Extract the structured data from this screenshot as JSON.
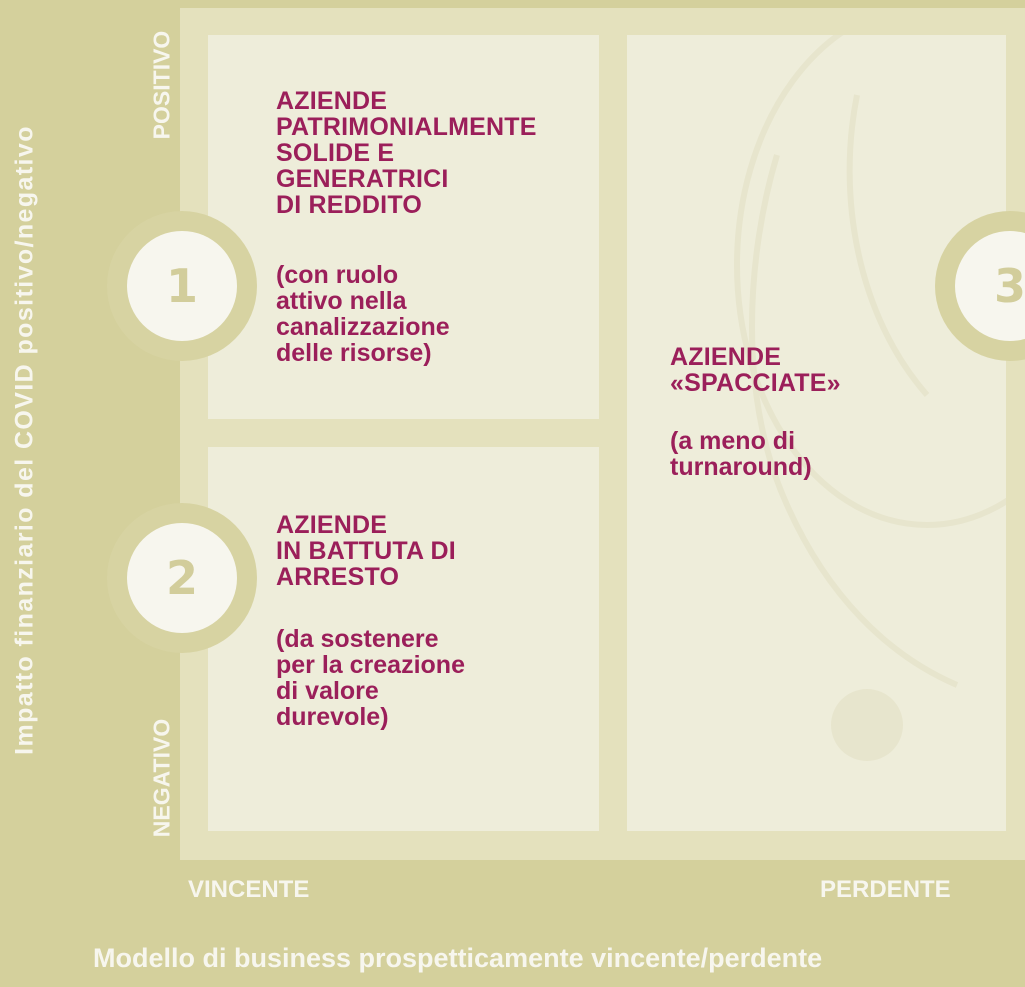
{
  "diagram": {
    "y_axis": {
      "label": "Impatto finanziario del COVID positivo/negativo",
      "top": "POSITIVO",
      "bottom": "NEGATIVO"
    },
    "x_axis": {
      "label": "Modello di business prospetticamente vincente/perdente",
      "left": "VINCENTE",
      "right": "PERDENTE"
    },
    "quadrants": [
      {
        "number": "1",
        "title": "AZIENDE\nPATRIMONIALMENTE\nSOLIDE E\nGENERATRICI\nDI REDDITO",
        "subtitle": "(con ruolo\nattivo nella\ncanalizzazione\ndelle risorse)"
      },
      {
        "number": "2",
        "title": "AZIENDE\nIN BATTUTA DI\nARRESTO",
        "subtitle": "(da sostenere\nper la creazione\ndi valore\ndurevole)"
      },
      {
        "number": "3",
        "title": "AZIENDE\n«SPACCIATE»",
        "subtitle": "(a meno di\nturnaround)"
      }
    ]
  },
  "colors": {
    "background": "#d4d09c",
    "cell": "#eeedda",
    "accent": "#9b1f5a",
    "badge": "#f7f6ee"
  }
}
